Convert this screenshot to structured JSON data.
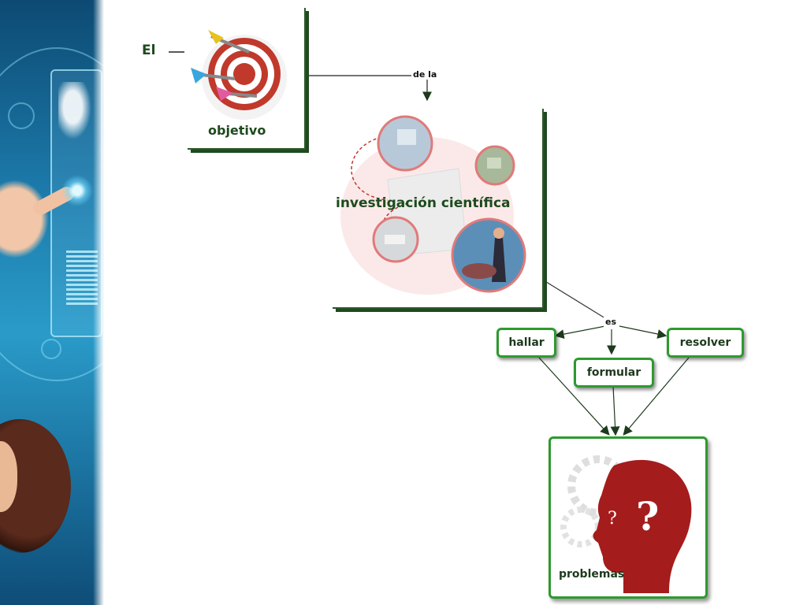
{
  "concept_map": {
    "start_word": "El",
    "objetivo": "objetivo",
    "link_de_la": "de la",
    "investigacion": "investigación científica",
    "link_es": "es",
    "hallar": "hallar",
    "formular": "formular",
    "resolver": "resolver",
    "problemas": "problemas"
  },
  "colors": {
    "node_border": "#2e9a2e",
    "text": "#1d4a1d",
    "banner": "#1b78a8"
  },
  "icons": [
    "target-dart-icon",
    "research-people-icon",
    "question-head-icon"
  ]
}
